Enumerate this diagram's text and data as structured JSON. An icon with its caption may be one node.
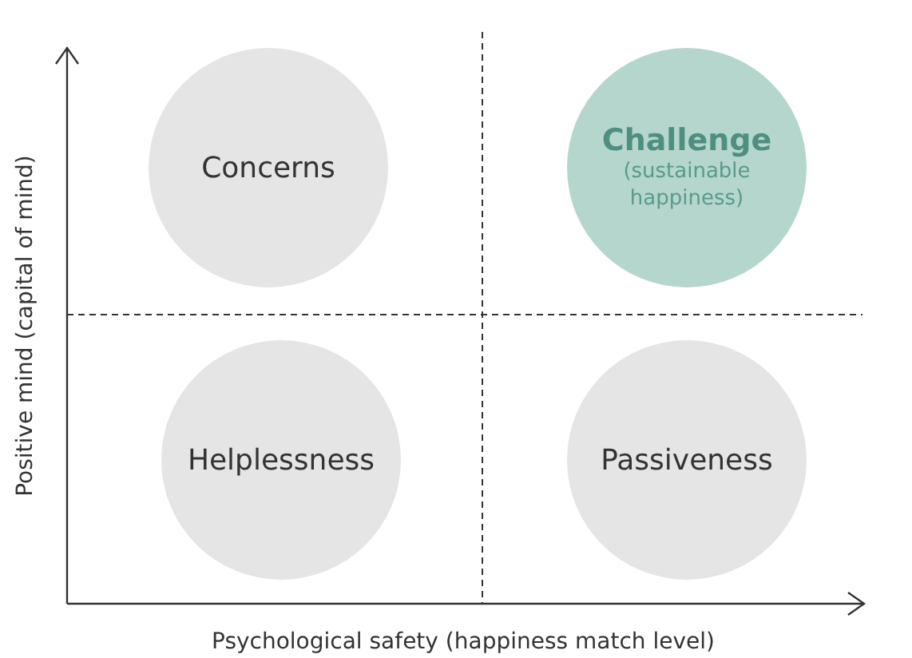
{
  "diagram": {
    "nodes": [
      {
        "text": [
          "Concerns"
        ]
      },
      {
        "text": [
          "Challenge",
          "(sustainable happiness)"
        ]
      },
      {
        "text": [
          "Helplessness"
        ]
      },
      {
        "text": [
          "Passiveness"
        ]
      }
    ],
    "labels": [
      "Positive mind (capital of mind)",
      "Psychological safety (happiness match level)"
    ]
  }
}
